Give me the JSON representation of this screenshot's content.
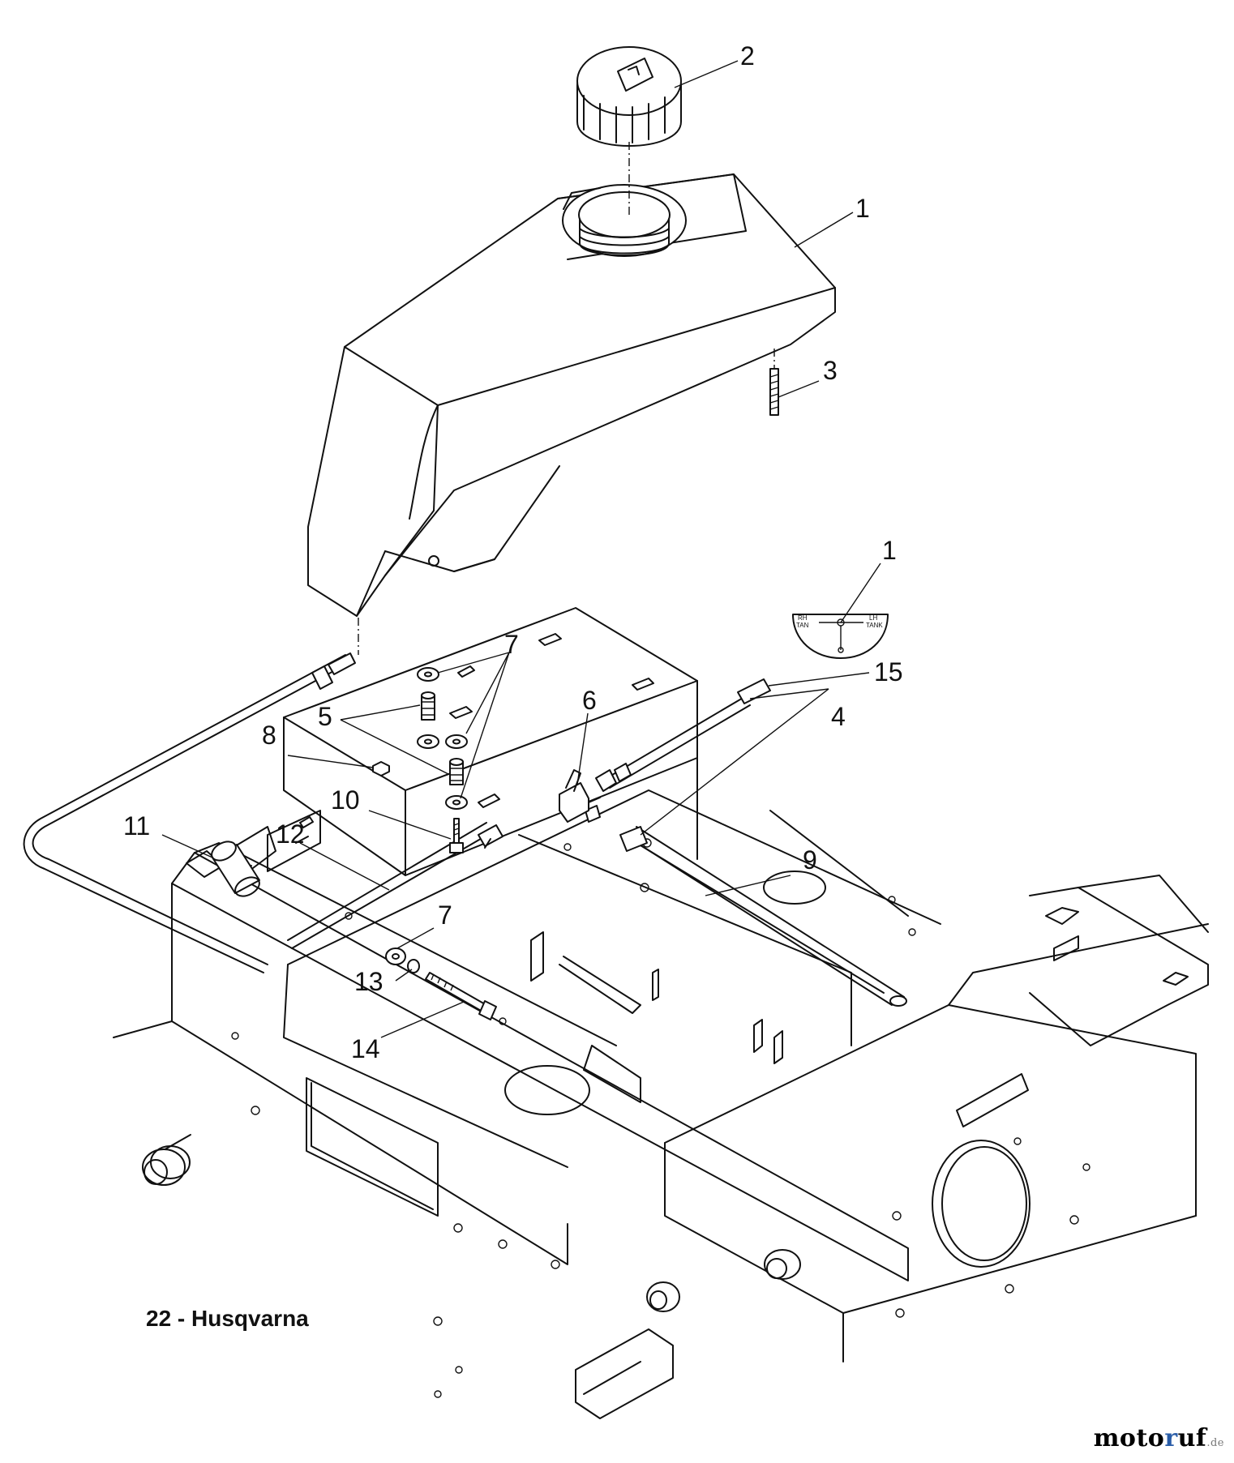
{
  "diagram": {
    "caption": "22 - Husqvarna",
    "callouts": [
      {
        "id": "callout-1-tank",
        "label": "1"
      },
      {
        "id": "callout-2-cap",
        "label": "2"
      },
      {
        "id": "callout-3-stud",
        "label": "3"
      },
      {
        "id": "callout-1-plate",
        "label": "1"
      },
      {
        "id": "callout-15",
        "label": "15"
      },
      {
        "id": "callout-7-top",
        "label": "7"
      },
      {
        "id": "callout-6",
        "label": "6"
      },
      {
        "id": "callout-4",
        "label": "4"
      },
      {
        "id": "callout-5",
        "label": "5"
      },
      {
        "id": "callout-8",
        "label": "8"
      },
      {
        "id": "callout-10",
        "label": "10"
      },
      {
        "id": "callout-11",
        "label": "11"
      },
      {
        "id": "callout-12",
        "label": "12"
      },
      {
        "id": "callout-9",
        "label": "9"
      },
      {
        "id": "callout-7-bottom",
        "label": "7"
      },
      {
        "id": "callout-13",
        "label": "13"
      },
      {
        "id": "callout-14",
        "label": "14"
      }
    ],
    "valve_plate": {
      "left_label": "RH\nTAN",
      "right_label": "LH\nTANK"
    }
  },
  "watermark": {
    "pre": "moto",
    "accent": "r",
    "post": "uf",
    "suffix": ".de"
  }
}
